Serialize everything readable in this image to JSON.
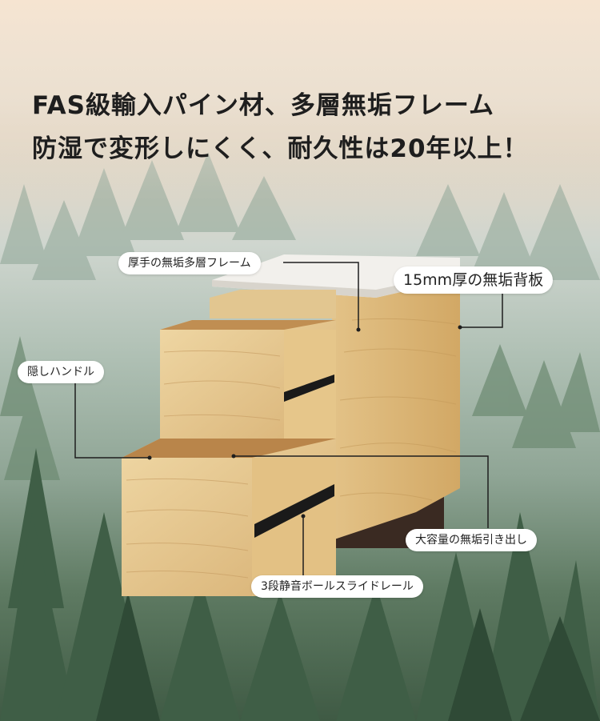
{
  "headline": {
    "line1": "FAS級輸入パイン材、多層無垢フレーム",
    "line2": "防湿で変形しにくく、耐久性は20年以上！"
  },
  "callouts": {
    "frame": "厚手の無垢多層フレーム",
    "back_panel": "15mm厚の無垢背板",
    "handle": "隠しハンドル",
    "drawer": "大容量の無垢引き出し",
    "rail": "3段静音ボールスライドレール"
  },
  "colors": {
    "pine_light": "#ead09a",
    "pine_mid": "#d9b477",
    "pine_dark": "#b98a4e",
    "marble": "#f2f0ec",
    "rail_black": "#1a1a1a"
  }
}
